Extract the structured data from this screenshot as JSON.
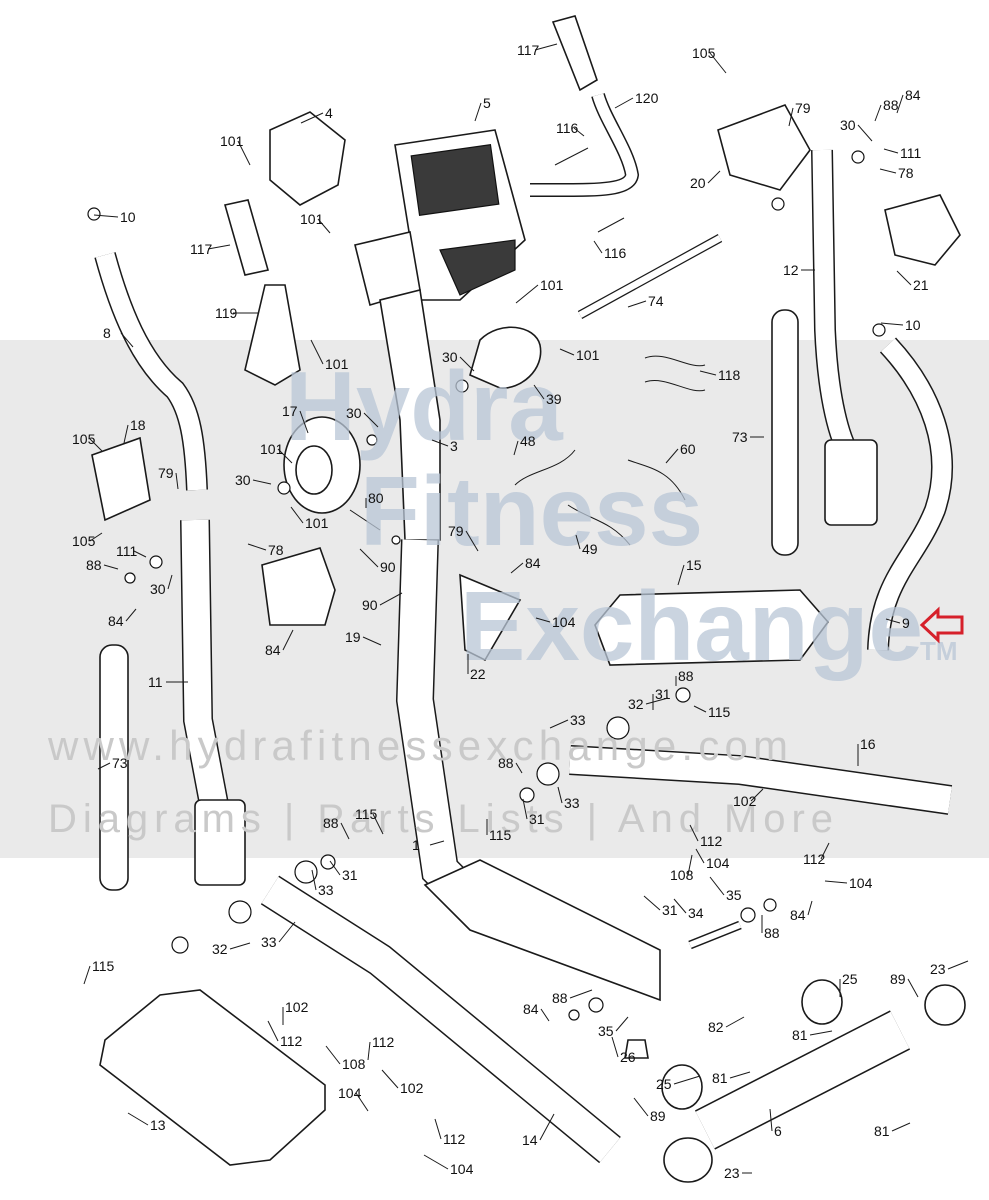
{
  "watermark": {
    "brand_line1": "Hydra",
    "brand_line2": "Fitness",
    "brand_line3": "Exchange",
    "tm": "TM",
    "url": "www.hydrafitnessexchange.com",
    "tagline": "Diagrams | Parts Lists | And More"
  },
  "highlight": {
    "color": "#d6202a",
    "target_label": "9"
  },
  "labels": [
    "117",
    "120",
    "5",
    "116",
    "105",
    "79",
    "88",
    "84",
    "4",
    "101",
    "30",
    "111",
    "20",
    "78",
    "10",
    "117",
    "101",
    "116",
    "12",
    "21",
    "119",
    "101",
    "74",
    "10",
    "8",
    "101",
    "30",
    "101",
    "118",
    "39",
    "18",
    "17",
    "30",
    "3",
    "73",
    "105",
    "79",
    "101",
    "48",
    "60",
    "30",
    "101",
    "80",
    "105",
    "78",
    "79",
    "49",
    "111",
    "90",
    "84",
    "88",
    "30",
    "15",
    "9",
    "84",
    "90",
    "19",
    "104",
    "84",
    "22",
    "11",
    "88",
    "115",
    "31",
    "32",
    "33",
    "73",
    "88",
    "16",
    "33",
    "31",
    "102",
    "115",
    "88",
    "115",
    "112",
    "112",
    "33",
    "31",
    "104",
    "108",
    "104",
    "1",
    "31",
    "33",
    "35",
    "84",
    "34",
    "88",
    "32",
    "115",
    "25",
    "89",
    "23",
    "102",
    "82",
    "81",
    "84",
    "88",
    "112",
    "112",
    "35",
    "26",
    "108",
    "104",
    "81",
    "25",
    "102",
    "81",
    "89",
    "14",
    "13",
    "6",
    "112",
    "104",
    "23"
  ]
}
